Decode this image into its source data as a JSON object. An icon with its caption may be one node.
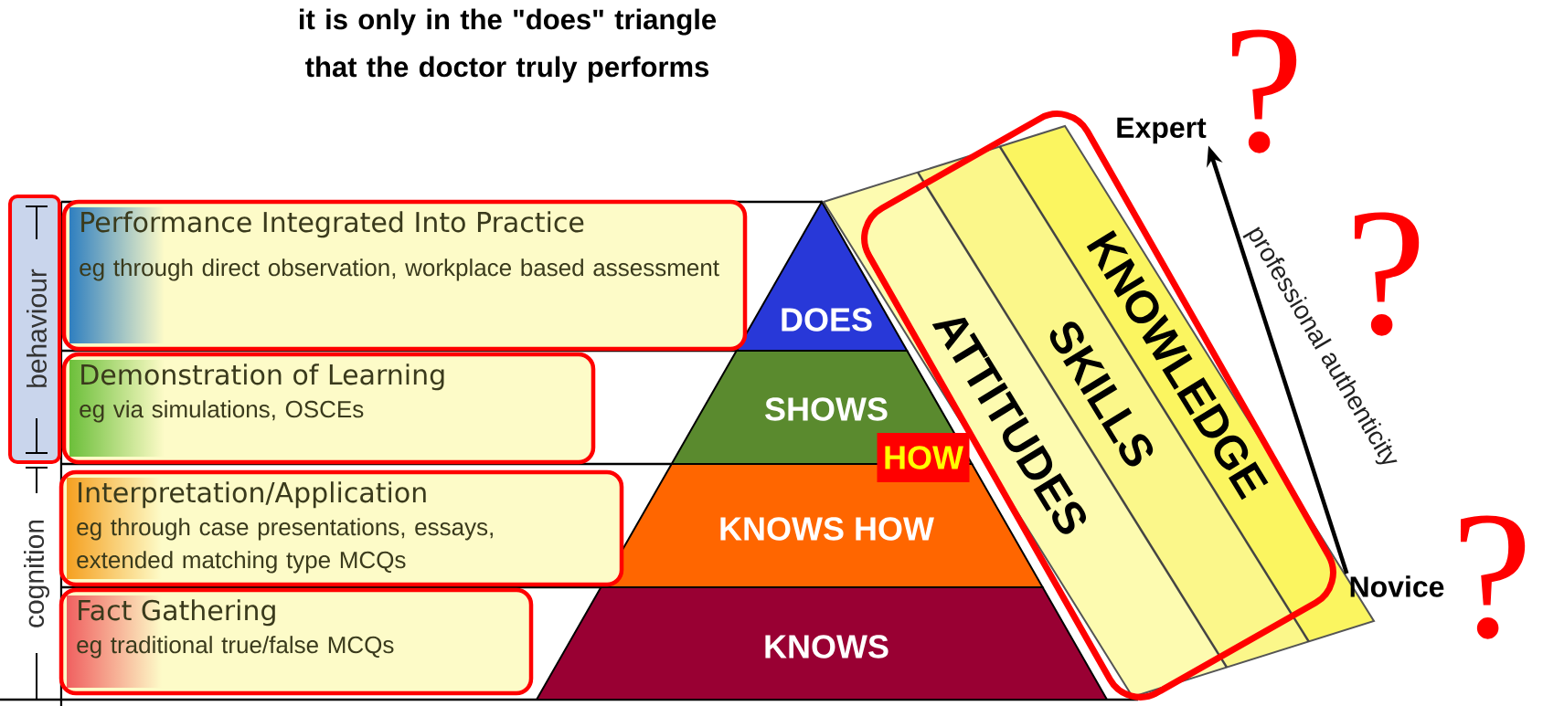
{
  "diagram": {
    "title": "it is only in the \"does\" triangle that the doctor truly performs",
    "nodes": [
      {
        "text": [
          "Performance Integrated Into Practice",
          "eg through direct observation, workplace based assessment"
        ]
      },
      {
        "text": [
          "Demonstration of Learning",
          "eg via simulations, OSCEs"
        ]
      },
      {
        "text": [
          "Interpretation/Application",
          "eg through case presentations, essays, extended matching type MCQs"
        ]
      },
      {
        "text": [
          "Fact Gathering",
          "eg traditional true/false MCQs"
        ]
      },
      {
        "text": [
          "DOES"
        ]
      },
      {
        "text": [
          "SHOWS"
        ]
      },
      {
        "text": [
          "KNOWS HOW"
        ]
      },
      {
        "text": [
          "KNOWS"
        ]
      },
      {
        "text": [
          "HOW"
        ]
      },
      {
        "text": [
          "ATTITUDES"
        ]
      },
      {
        "text": [
          "SKILLS"
        ]
      },
      {
        "text": [
          "KNOWLEDGE"
        ]
      },
      {
        "text": [
          "behaviour"
        ]
      },
      {
        "text": [
          "Expert"
        ]
      },
      {
        "text": [
          "Novice"
        ]
      }
    ],
    "edges": [
      {
        "from": 14,
        "to": 13,
        "arrow": "to",
        "label": "professional authenticity"
      }
    ],
    "labels": [
      "cognition",
      "?",
      "?",
      "?"
    ]
  }
}
